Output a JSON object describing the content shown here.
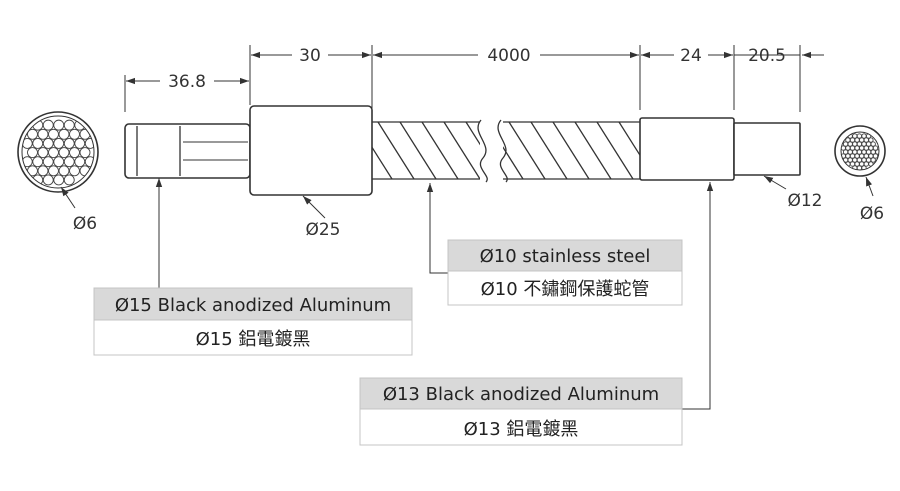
{
  "dimensions": {
    "d1": "36.8",
    "d2": "30",
    "d3": "4000",
    "d4": "24",
    "d5": "20.5"
  },
  "diameters": {
    "left_cable": "Ø6",
    "sleeve": "Ø25",
    "end": "Ø12",
    "right_cable": "Ø6"
  },
  "callouts": {
    "hose": {
      "en": "Ø10 stainless steel",
      "zh": "Ø10 不鏽鋼保護蛇管"
    },
    "left_fitting": {
      "en": "Ø15 Black anodized Aluminum",
      "zh": "Ø15 鋁電鍍黑"
    },
    "right_fitting": {
      "en": "Ø13 Black anodized Aluminum",
      "zh": "Ø13 鋁電鍍黑"
    }
  }
}
